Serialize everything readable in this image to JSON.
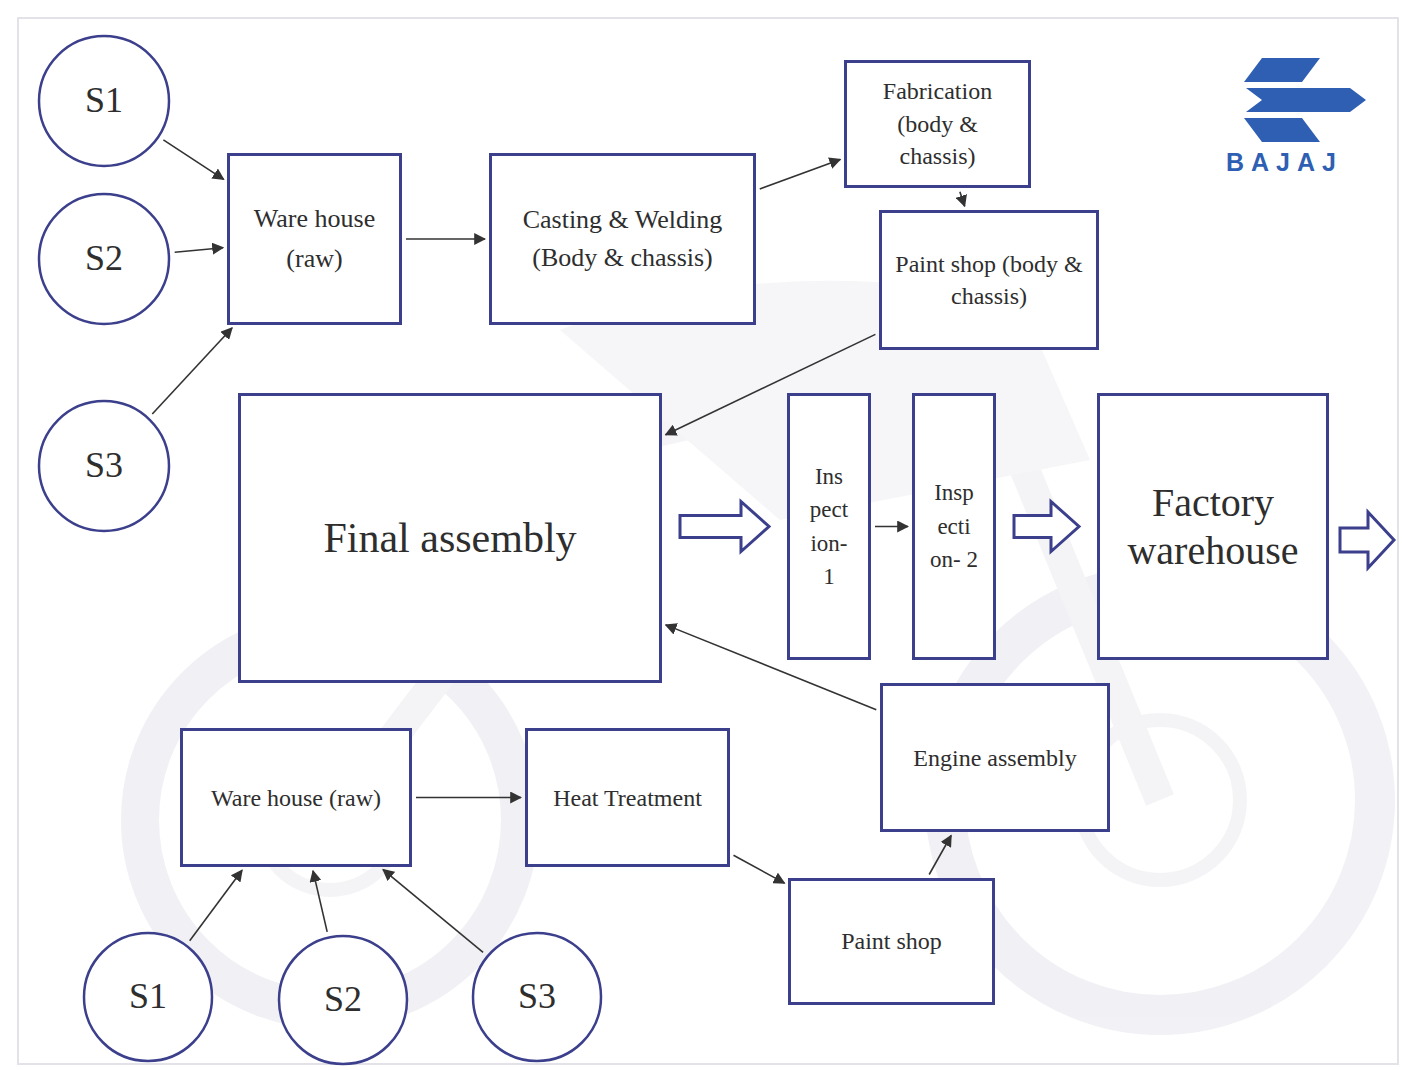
{
  "diagram": {
    "nodes": [
      {
        "text": [
          "S1"
        ]
      },
      {
        "text": [
          "S2"
        ]
      },
      {
        "text": [
          "Ware house (raw)"
        ]
      },
      {
        "text": [
          "Casting & Welding (Body & chassis)"
        ]
      },
      {
        "text": [
          "Fabrication (body & chassis)"
        ]
      },
      {
        "text": [
          "Paint shop (body & chassis)"
        ]
      },
      {
        "text": [
          "S3"
        ]
      },
      {
        "text": [
          "Final assembly"
        ]
      },
      {
        "text": [
          "Ins pect ion- 1"
        ]
      },
      {
        "text": [
          "Insp ecti on- 2"
        ]
      },
      {
        "text": [
          "Factory warehouse"
        ]
      },
      {
        "text": [
          "Engine assembly"
        ]
      },
      {
        "text": [
          "Ware house (raw)"
        ]
      },
      {
        "text": [
          "Heat Treatment"
        ]
      },
      {
        "text": [
          "Paint shop"
        ]
      },
      {
        "text": [
          "S1"
        ]
      },
      {
        "text": [
          "S2"
        ]
      },
      {
        "text": [
          "S3"
        ]
      }
    ],
    "edges": [
      {
        "from": 0,
        "to": 2,
        "arrow": "to"
      },
      {
        "from": 1,
        "to": 2,
        "arrow": "to"
      },
      {
        "from": 6,
        "to": 2,
        "arrow": "to"
      },
      {
        "from": 2,
        "to": 3,
        "arrow": "to"
      },
      {
        "from": 3,
        "to": 4,
        "arrow": "to"
      },
      {
        "from": 4,
        "to": 5,
        "arrow": "to"
      },
      {
        "from": 5,
        "to": 7,
        "arrow": "to"
      },
      {
        "from": 7,
        "to": 8,
        "arrow": "to"
      },
      {
        "from": 8,
        "to": 9,
        "arrow": "to"
      },
      {
        "from": 9,
        "to": 10,
        "arrow": "to"
      },
      {
        "from": 11,
        "to": 7,
        "arrow": "to"
      },
      {
        "from": 12,
        "to": 13,
        "arrow": "to"
      },
      {
        "from": 13,
        "to": 14,
        "arrow": "to"
      },
      {
        "from": 14,
        "to": 11,
        "arrow": "to"
      },
      {
        "from": 15,
        "to": 12,
        "arrow": "to"
      },
      {
        "from": 16,
        "to": 12,
        "arrow": "to"
      },
      {
        "from": 17,
        "to": 12,
        "arrow": "to"
      }
    ],
    "labels": [
      "BAJAJ"
    ]
  }
}
